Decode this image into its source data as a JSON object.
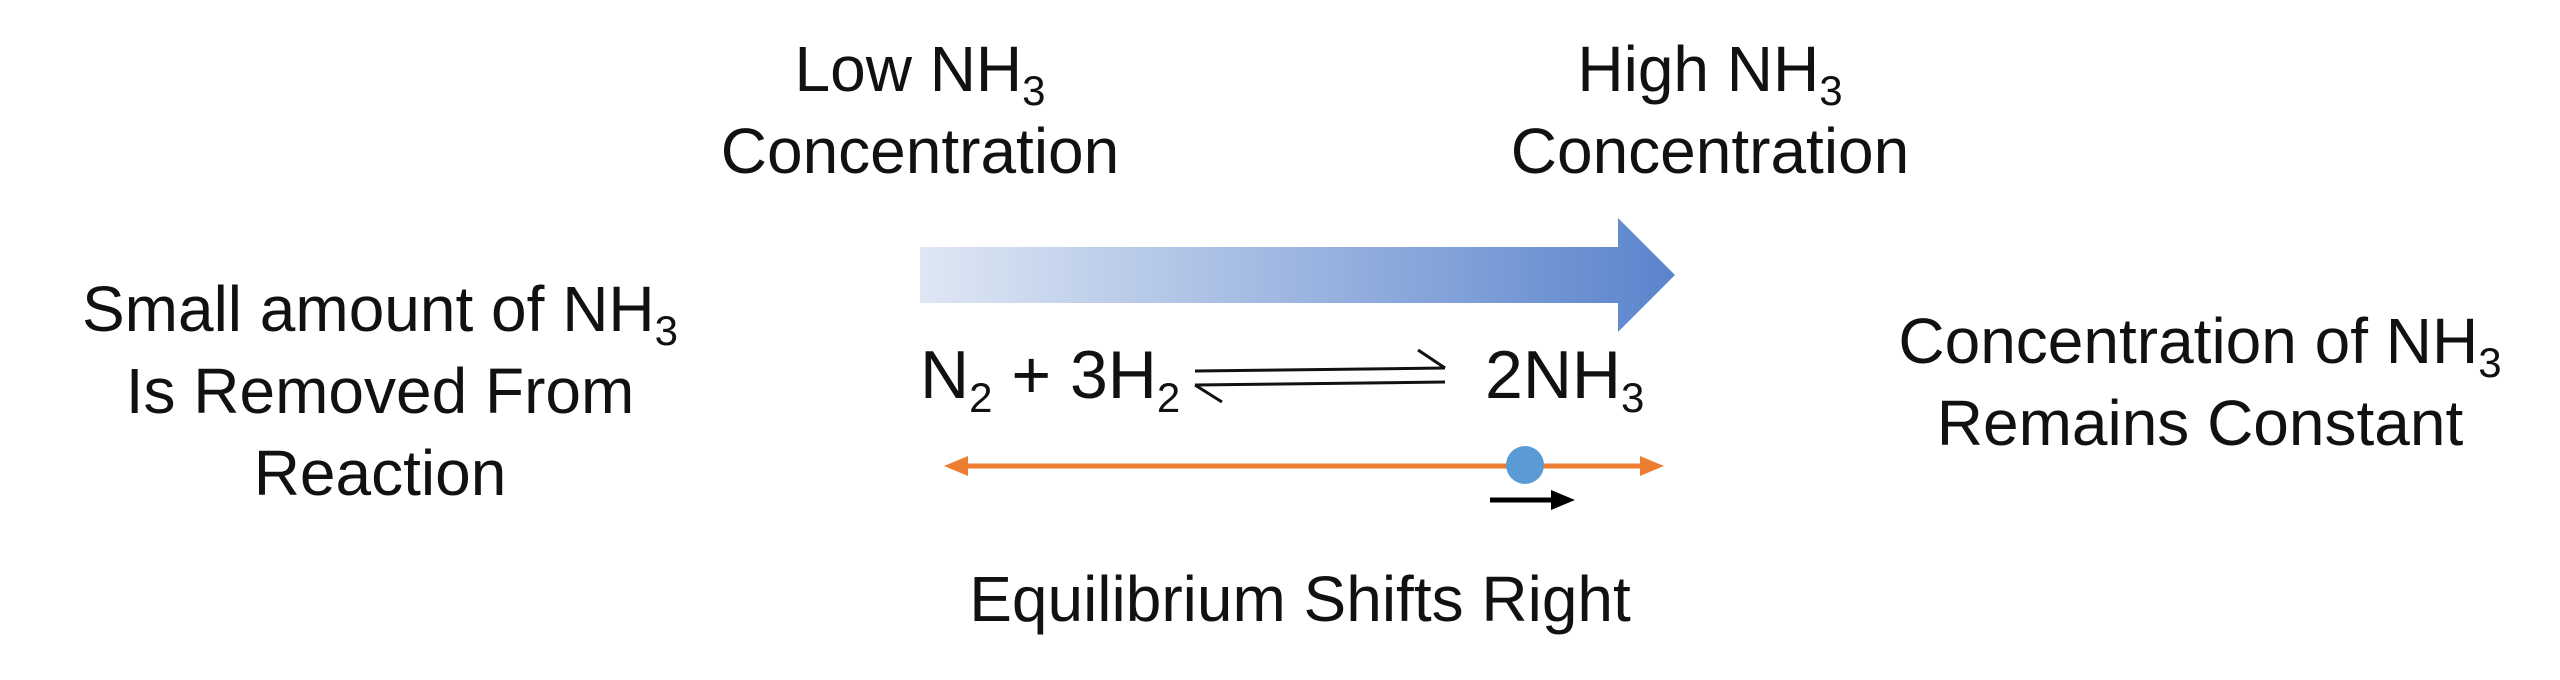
{
  "low_label": {
    "line1": "Low NH",
    "line1_sub": "3",
    "line2": "Concentration"
  },
  "high_label": {
    "line1": "High NH",
    "line1_sub": "3",
    "line2": "Concentration"
  },
  "left_label": {
    "line1": "Small amount of NH",
    "line1_sub": "3",
    "line2": "Is Removed From",
    "line3": "Reaction"
  },
  "right_label": {
    "line1": "Concentration of NH",
    "line1_sub": "3",
    "line2": "Remains Constant"
  },
  "equation": {
    "n2": "N",
    "n2_sub": "2",
    "plus": " + 3H",
    "h2_sub": "2",
    "product": "2NH",
    "product_sub": "3"
  },
  "bottom_label": "Equilibrium Shifts Right",
  "colors": {
    "gradient_start": "#dfe7f4",
    "gradient_end": "#5a84cd",
    "axis": "#ed7d31",
    "marker": "#5b9bd5",
    "shift_arrow": "#000000"
  }
}
